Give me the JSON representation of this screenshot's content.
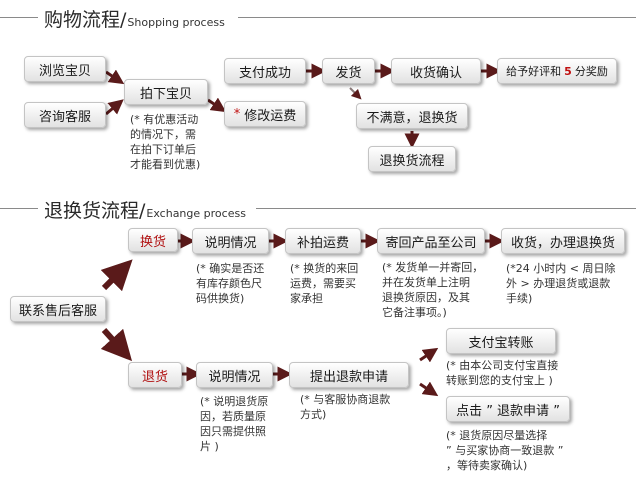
{
  "shopping": {
    "title_cn": "购物流程/",
    "title_en": "Shopping process",
    "browse": "浏览宝贝",
    "consult": "咨询客服",
    "order": "拍下宝贝",
    "order_note": "(* 有优惠活动\n的情况下，需\n在拍下订单后\n才能看到优惠)",
    "modify_star": "*",
    "modify": "修改运费",
    "paid": "支付成功",
    "ship": "发货",
    "receive": "收货确认",
    "review_pre": "给予好评和",
    "review_num": "5",
    "review_post": "分奖励",
    "unsatisfied": "不满意，退换货",
    "return_flow": "退换货流程"
  },
  "exchange": {
    "title_cn": "退换货流程/",
    "title_en": "Exchange process",
    "contact": "联系售后客服",
    "swap": "换货",
    "explain1": "说明情况",
    "explain1_note": "(* 确实是否还\n有库存颜色尺\n码供换货)",
    "repay": "补拍运费",
    "repay_note": "(* 换货的来回\n运费，需要买\n家承担",
    "sendback": "寄回产品至公司",
    "sendback_note": "(* 发货单一并寄回，\n并在发货单上注明\n退换货原因，及其\n它备注事项。)",
    "receive_swap": "收货，办理退换货",
    "receive_note": "(*24 小时内 < 周日除\n外 > 办理退货或退款\n手续)",
    "refund": "退货",
    "explain2": "说明情况",
    "explain2_note": "(* 说明退货原\n因，若质量原\n因只需提供照\n片 )",
    "apply": "提出退款申请",
    "apply_note": "(* 与客服协商退款\n方式)",
    "alipay": "支付宝转账",
    "alipay_note": "(* 由本公司支付宝直接\n转账到您的支付宝上 )",
    "click": "点击 ” 退款申请 ”",
    "click_note": "(* 退货原因尽量选择\n” 与买家协商一致退款 ”\n，等待卖家确认)"
  },
  "colors": {
    "arrow": "#5a1a1a",
    "alert": "#c01010"
  }
}
